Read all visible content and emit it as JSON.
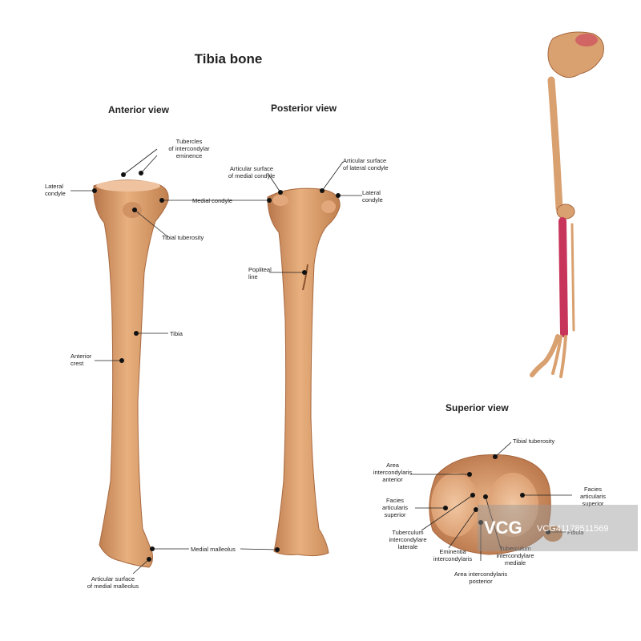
{
  "title": "Tibia bone",
  "views": {
    "anterior": "Anterior view",
    "posterior": "Posterior view",
    "superior": "Superior view"
  },
  "labels": {
    "tubercles": "Tubercles\nof intercondylar\neminence",
    "lateral_condyle_ant": "Lateral\ncondyle",
    "medial_condyle_ant": "Medial condyle",
    "tibial_tuberosity_ant": "Tibial tuberosity",
    "tibia": "Tibia",
    "anterior_crest": "Anterior\ncrest",
    "medial_malleolus": "Medial malleolus",
    "articular_medial_malleolus": "Articular surface\nof medial malleolus",
    "articular_medial_condyle": "Articular surface\nof medial condyle",
    "articular_lateral_condyle": "Articular surface\nof lateral condyle",
    "lateral_condyle_post": "Lateral\ncondyle",
    "popliteal_line": "Popliteal\nline",
    "tibial_tuberosity_sup": "Tibial tuberosity",
    "area_ic_anterior": "Area\nintercondylaris\nanterior",
    "facies_sup_left": "Facies\narticularis\nsuperior",
    "facies_sup_right": "Facies\narticularis\nsuperior",
    "tuberculum_laterale": "Tuberculum\nintercondylare\nlaterale",
    "eminentia": "Eminentia\nintercondylaris",
    "tuberculum_mediale": "Tuberculum\nintercondylare\nmediale",
    "fibula": "Fibula",
    "area_ic_posterior": "Area intercondylaris\nposterior"
  },
  "watermark": {
    "logo": "VCG",
    "text": "VCG41178511569"
  },
  "colors": {
    "bone": "#d89a6a",
    "bone_dark": "#b8764a",
    "highlight": "#c8355a"
  }
}
